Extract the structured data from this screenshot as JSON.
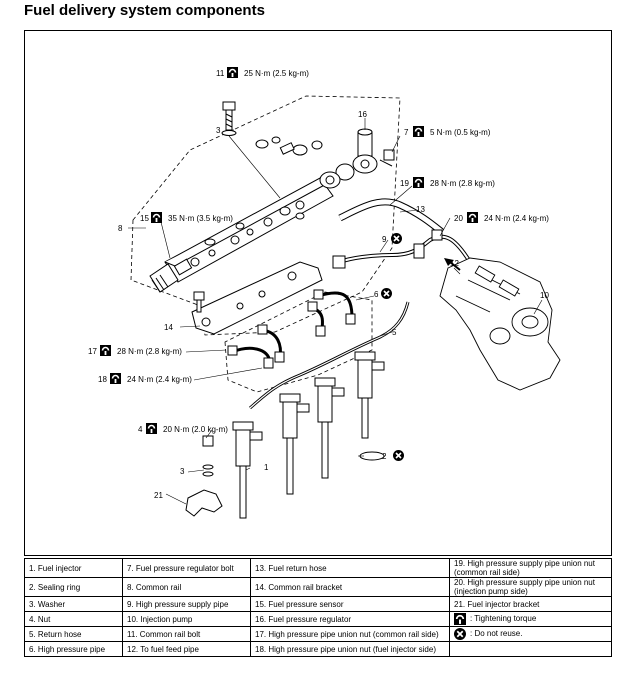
{
  "title": "Fuel delivery system components",
  "callouts": {
    "c11": "11",
    "t11": "25 N·m (2.5 kg-m)",
    "c3a": "3",
    "c16": "16",
    "c7": "7",
    "t7": "5 N·m (0.5 kg-m)",
    "c19": "19",
    "t19": "28 N·m (2.8 kg-m)",
    "c13": "13",
    "c15": "15",
    "t15": "35 N·m (3.5 kg-m)",
    "c20": "20",
    "t20": "24 N·m (2.4 kg-m)",
    "c8": "8",
    "c9": "9",
    "c12": "12",
    "c6": "6",
    "c10": "10",
    "c14": "14",
    "c5": "5",
    "c17": "17",
    "t17": "28 N·m (2.8 kg-m)",
    "c18": "18",
    "t18": "24 N·m (2.4 kg-m)",
    "c4": "4",
    "t4": "20 N·m (2.0 kg-m)",
    "c1": "1",
    "c3b": "3",
    "c2": "2",
    "c21": "21"
  },
  "legend": {
    "r1": [
      "1.  Fuel injector",
      "7.  Fuel pressure regulator bolt",
      "13.  Fuel return hose",
      "19.  High pressure supply pipe union nut (common rail side)"
    ],
    "r2": [
      "2.  Sealing ring",
      "8.  Common rail",
      "14.  Common rail bracket",
      "20.  High pressure supply pipe union nut (injection pump side)"
    ],
    "r3": [
      "3.  Washer",
      "9.  High pressure supply pipe",
      "15.  Fuel pressure sensor",
      "21.  Fuel injector bracket"
    ],
    "r4": [
      "4.  Nut",
      "10.  Injection pump",
      "16.  Fuel pressure regulator",
      ": Tightening torque"
    ],
    "r5": [
      "5.  Return hose",
      "11.  Common rail bolt",
      "17.  High pressure pipe union nut (common rail side)",
      ": Do not reuse."
    ],
    "r6": [
      "6.  High pressure pipe",
      "12.  To fuel feed pipe",
      "18.  High pressure pipe union nut (fuel injector side)",
      ""
    ]
  }
}
